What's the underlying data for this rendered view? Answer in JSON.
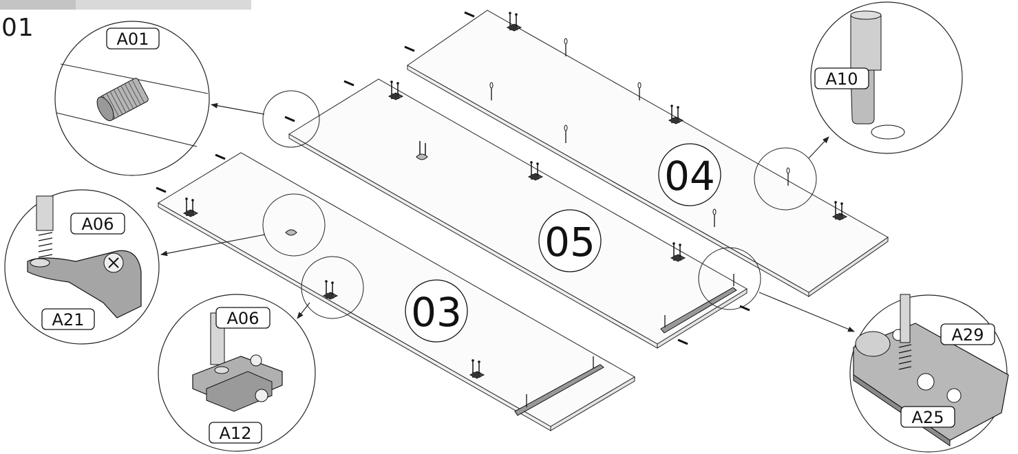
{
  "step": {
    "number": "01"
  },
  "panels": [
    {
      "id": "panel-04",
      "label": "04"
    },
    {
      "id": "panel-05",
      "label": "05"
    },
    {
      "id": "panel-03",
      "label": "03"
    }
  ],
  "callouts": [
    {
      "id": "detail-a01",
      "parts": [
        "A01"
      ]
    },
    {
      "id": "detail-a10",
      "parts": [
        "A10"
      ]
    },
    {
      "id": "detail-a06-a21",
      "parts": [
        "A06",
        "A21"
      ]
    },
    {
      "id": "detail-a06-a12",
      "parts": [
        "A06",
        "A12"
      ]
    },
    {
      "id": "detail-a29-a25",
      "parts": [
        "A29",
        "A25"
      ]
    }
  ],
  "colors": {
    "line": "#222222",
    "panel": "#fbfbfb",
    "metal": "#8f8f8f",
    "header_bar": "#d9d9d9"
  }
}
